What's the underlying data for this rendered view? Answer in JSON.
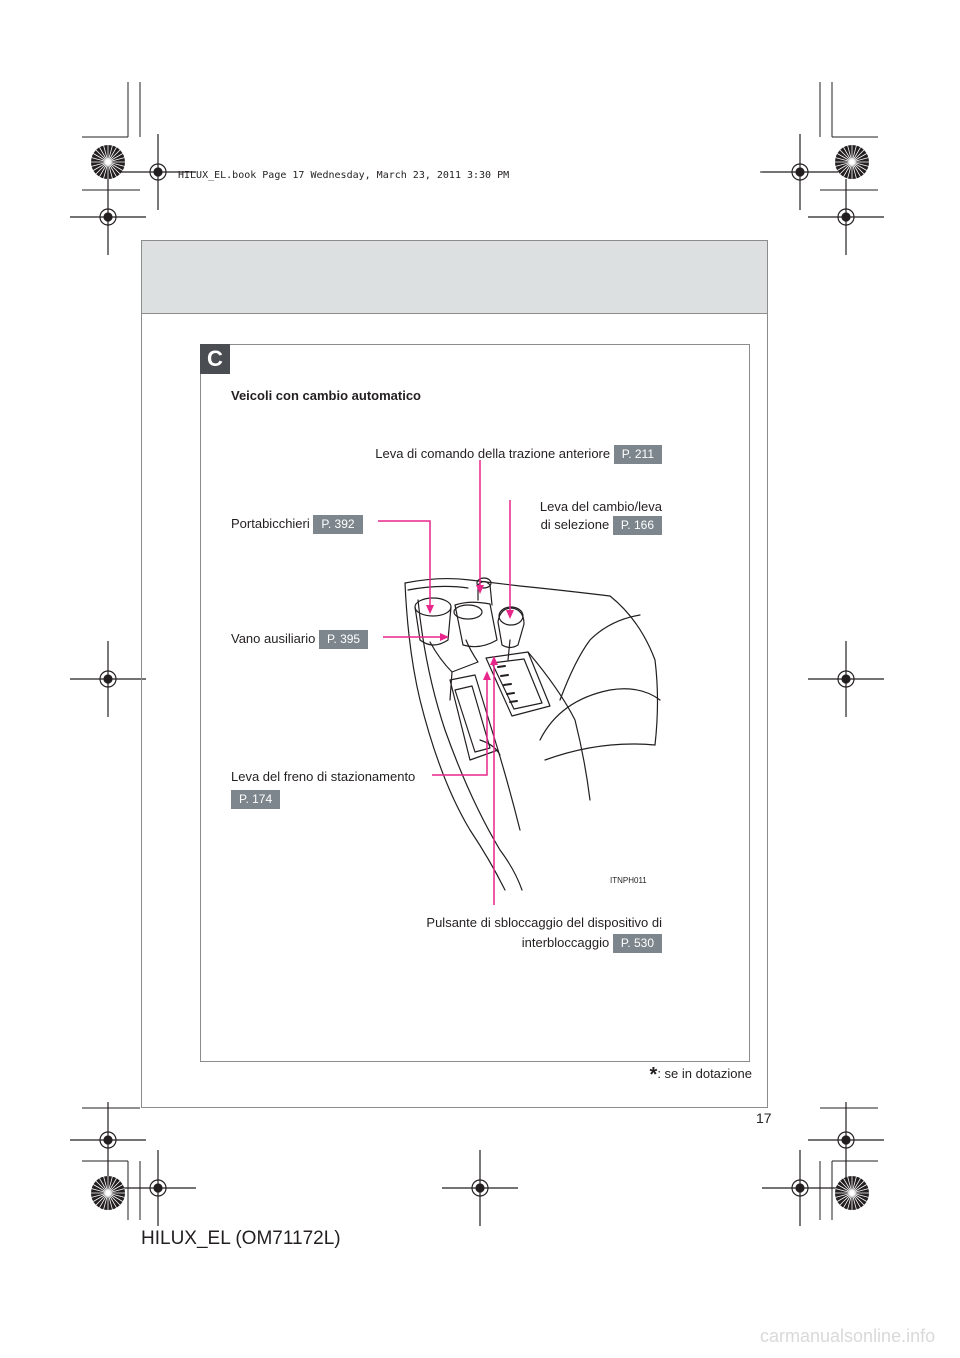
{
  "book_line": "HILUX_EL.book  Page 17  Wednesday, March 23, 2011  3:30 PM",
  "section_letter": "C",
  "section_title": "Veicoli con cambio automatico",
  "callouts": {
    "front_drive_lever": {
      "label": "Leva di comando della trazione anteriore",
      "page": "P. 211"
    },
    "shift_lever": {
      "label_line1": "Leva del cambio/leva",
      "label_line2": "di selezione",
      "page": "P. 166"
    },
    "cup_holders": {
      "label": "Portabicchieri",
      "page": "P. 392"
    },
    "aux_box": {
      "label": "Vano ausiliario",
      "page": "P. 395"
    },
    "parking_brake": {
      "label": "Leva del freno di stazionamento",
      "page": "P. 174"
    },
    "shift_lock": {
      "label_line1": "Pulsante di sbloccaggio del dispositivo di",
      "label_line2": "interbloccaggio",
      "page": "P. 530"
    }
  },
  "figure_code": "ITNPH011",
  "footnote": {
    "star": "*",
    "text": ": se in dotazione"
  },
  "page_number": "17",
  "model_code": "HILUX_EL (OM71172L)",
  "watermark": "carmanualsonline.info",
  "colors": {
    "leader_line": "#e8268c",
    "page_badge": "#7d868c",
    "header_band": "#dde0e1",
    "section_tab": "#4a4d52"
  }
}
